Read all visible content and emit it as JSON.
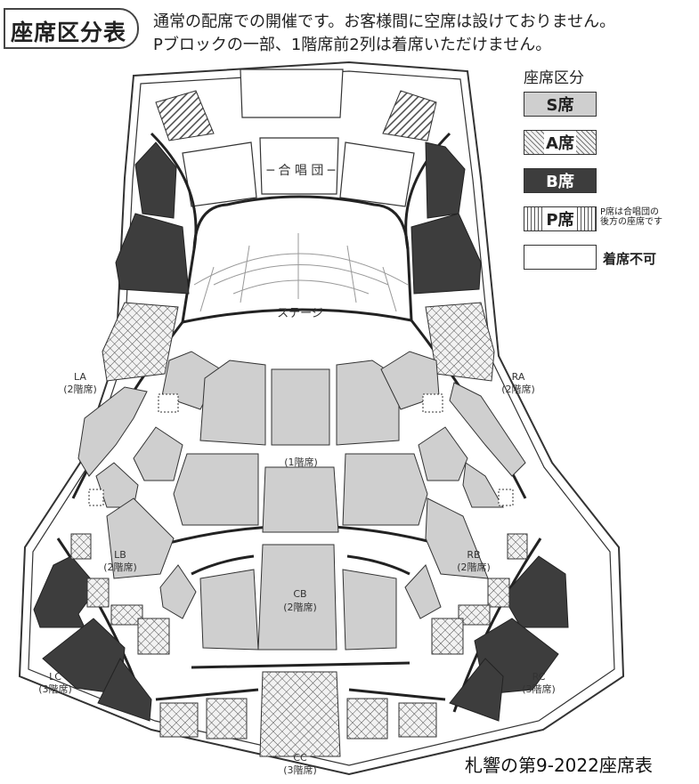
{
  "header": {
    "title": "座席区分表",
    "notice_line1": "通常の配席での開催です。お客様間に空席は設けておりません。",
    "notice_line2": "Pブロックの一部、1階席前2列は着席いただけません。"
  },
  "legend": {
    "title": "座席区分",
    "items": [
      {
        "id": "s",
        "label": "S席",
        "fill": "#cfcfcf"
      },
      {
        "id": "a",
        "label": "A席",
        "fill": "crosshatch"
      },
      {
        "id": "b",
        "label": "B席",
        "fill": "#3d3d3d"
      },
      {
        "id": "p",
        "label": "P席",
        "fill": "vertical-stripes"
      },
      {
        "id": "x",
        "label": "着席不可",
        "fill": "#ffffff"
      }
    ],
    "p_note_line1": "P席は合唱団の",
    "p_note_line2": "後方の座席です"
  },
  "map": {
    "choir": "─ 合 唱 団 ─",
    "stage": "ステージ",
    "floor1": "(1階席)",
    "la": "LA",
    "la_sub": "(2階席)",
    "ra": "RA",
    "ra_sub": "(2階席)",
    "lb": "LB",
    "lb_sub": "(2階席)",
    "rb": "RB",
    "rb_sub": "(2階席)",
    "cb": "CB",
    "cb_sub": "(2階席)",
    "lc": "LC",
    "lc_sub": "(3階席)",
    "rc": "RC",
    "rc_sub": "(3階席)",
    "cc": "CC",
    "cc_sub": "(3階席)"
  },
  "colors": {
    "s": "#cfcfcf",
    "b": "#3d3d3d",
    "line": "#222222"
  },
  "footer": "札響の第9-2022座席表"
}
